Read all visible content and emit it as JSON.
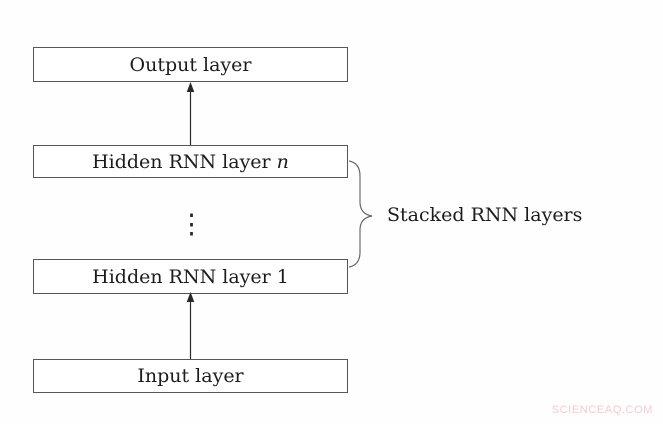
{
  "diagram": {
    "title_semantic": "stacked-rnn-architecture",
    "boxes": {
      "output": {
        "label": "Output layer"
      },
      "hidden_n": {
        "label_prefix": "Hidden RNN layer ",
        "label_var": "n"
      },
      "hidden_1": {
        "label": "Hidden RNN layer 1"
      },
      "input": {
        "label": "Input layer"
      }
    },
    "vdots": "⋮",
    "brace_label": "Stacked RNN layers",
    "colors": {
      "box_border": "#565656",
      "text": "#1c1c1c",
      "arrow": "#2a2a2a",
      "brace": "#6a6a6a",
      "watermark": "#f2cdcd"
    }
  },
  "watermark": {
    "text": "SCIENCEAQ.COM"
  }
}
